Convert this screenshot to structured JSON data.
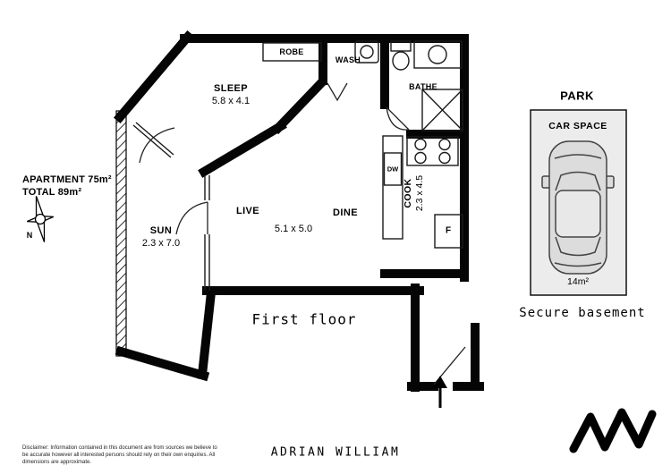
{
  "plan": {
    "area_apartment": "APARTMENT 75m²",
    "area_total": "TOTAL 89m²",
    "compass_label": "N",
    "floor_label": "First floor",
    "rooms": {
      "sleep": {
        "label": "SLEEP",
        "dims": "5.8 x 4.1"
      },
      "robe": {
        "label": "ROBE"
      },
      "wash": {
        "label": "WASH"
      },
      "bathe": {
        "label": "BATHE"
      },
      "cook": {
        "label": "COOK",
        "dims": "2.3 x 4.5"
      },
      "live": {
        "label": "LIVE"
      },
      "dine": {
        "label": "DINE"
      },
      "live_dine_dims": "5.1 x 5.0",
      "sun": {
        "label": "SUN",
        "dims": "2.3 x 7.0"
      },
      "dishwasher": "DW",
      "fridge": "F"
    }
  },
  "parking": {
    "title": "PARK",
    "space_label": "CAR SPACE",
    "area": "14m²",
    "caption": "Secure basement"
  },
  "footer": {
    "agency": "ADRIAN WILLIAM",
    "disclaimer": "Disclaimer: Information contained in this document are from sources we believe to be accurate however all interested persons should rely on their own enquiries. All dimensions are approximate."
  },
  "colors": {
    "walls": "#000000",
    "park_box": "#ececec"
  }
}
